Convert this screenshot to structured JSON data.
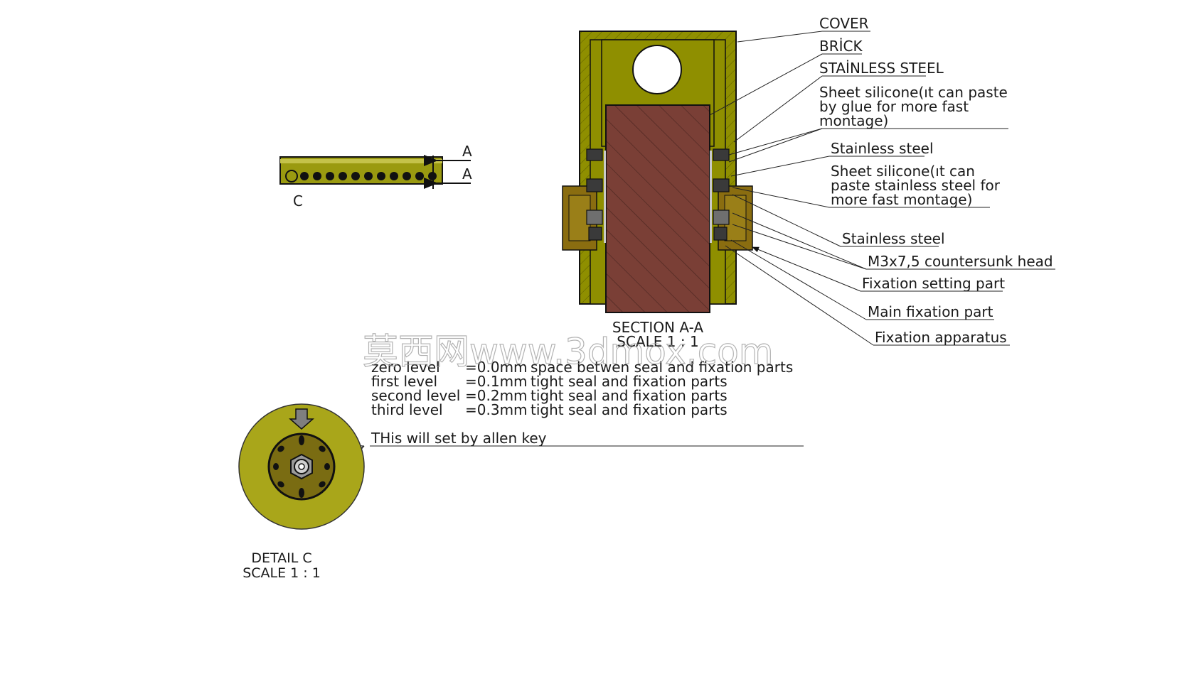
{
  "colors": {
    "olive": "#8f8f00",
    "olive_dark": "#6b6b00",
    "brick": "#7a3f36",
    "steel": "#6f6f6f",
    "detail_fill": "#a9a61a",
    "dark_outline": "#1a1a1a"
  },
  "top_view": {
    "section_marker": "A",
    "section_marker_2": "A",
    "detail_marker": "C"
  },
  "section_view": {
    "title": "SECTION A-A",
    "scale": "SCALE 1 : 1"
  },
  "callouts": [
    {
      "id": "cover",
      "lines": [
        "COVER"
      ]
    },
    {
      "id": "brick",
      "lines": [
        "BRİCK"
      ]
    },
    {
      "id": "stainless-steel-upper",
      "lines": [
        "STAİNLESS STEEL"
      ]
    },
    {
      "id": "sheet-silicone-1",
      "lines": [
        "Sheet silicone(ıt can paste",
        "by  glue for more fast",
        "montage)"
      ]
    },
    {
      "id": "stainless-steel-2",
      "lines": [
        "Stainless steel"
      ]
    },
    {
      "id": "sheet-silicone-2",
      "lines": [
        "Sheet silicone(ıt can",
        "paste stainless steel for",
        "more fast montage)"
      ]
    },
    {
      "id": "stainless-steel-3",
      "lines": [
        "Stainless steel"
      ]
    },
    {
      "id": "m3-countersunk",
      "lines": [
        "M3x7,5 countersunk head"
      ]
    },
    {
      "id": "fixation-setting-part",
      "lines": [
        "Fixation setting part"
      ]
    },
    {
      "id": "main-fixation-part",
      "lines": [
        "Main fixation part"
      ]
    },
    {
      "id": "fixation-apparatus",
      "lines": [
        "Fixation apparatus"
      ]
    }
  ],
  "levels": [
    {
      "name": "zero level",
      "value": "=0.0mm",
      "desc": "space  betwen  seal and fixation parts"
    },
    {
      "name": "first level",
      "value": "=0.1mm",
      "desc": "tight seal and fixation parts"
    },
    {
      "name": "second level",
      "value": "=0.2mm",
      "desc": "tight seal and fixation parts"
    },
    {
      "name": "third level",
      "value": "=0.3mm",
      "desc": "tight seal and fixation parts"
    }
  ],
  "allen_note": "THis will set by allen key",
  "detail_view": {
    "title": "DETAIL C",
    "scale": "SCALE 1 : 1"
  },
  "watermark": "莫西网www.3dmox.com"
}
